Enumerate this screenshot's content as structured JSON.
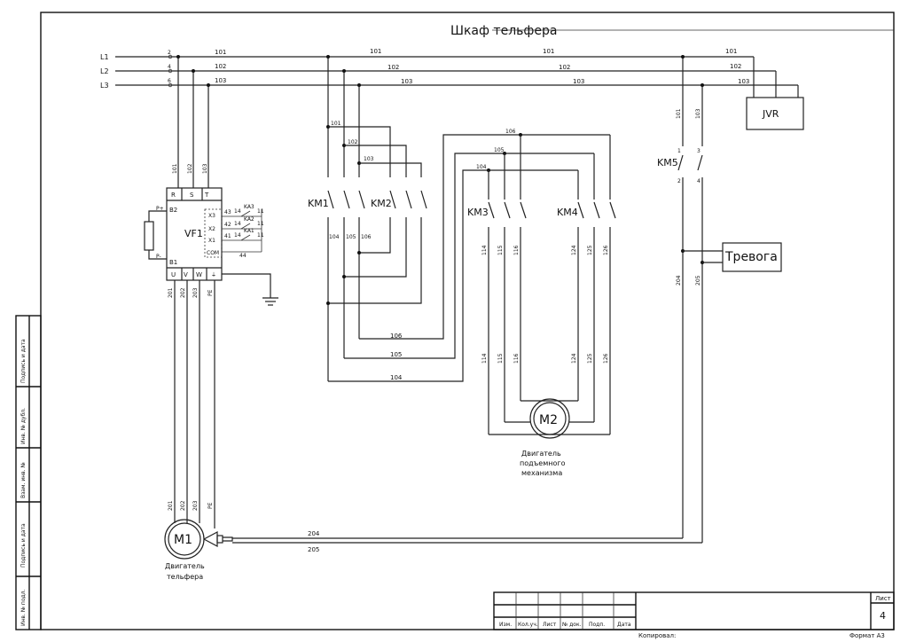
{
  "title": "Шкаф тельфера",
  "phases": [
    "L1",
    "L2",
    "L3"
  ],
  "terminals": [
    "2",
    "4",
    "6"
  ],
  "wires": {
    "w101": "101",
    "w102": "102",
    "w103": "103",
    "w104": "104",
    "w105": "105",
    "w106": "106",
    "w114": "114",
    "w115": "115",
    "w116": "116",
    "w124": "124",
    "w125": "125",
    "w126": "126",
    "w201": "201",
    "w202": "202",
    "w203": "203",
    "w204": "204",
    "w205": "205",
    "pe": "PE"
  },
  "contact_numbers": [
    "1",
    "3",
    "5",
    "2",
    "4",
    "6"
  ],
  "vf1": {
    "name": "VF1",
    "inputs": [
      "R",
      "S",
      "T"
    ],
    "outputs": [
      "U",
      "V",
      "W"
    ],
    "brake": [
      "B2",
      "B1"
    ],
    "brake_res": [
      "P+",
      "P-"
    ],
    "controls": [
      "X3",
      "X2",
      "X1",
      "COM"
    ],
    "relays": [
      "KA3",
      "KA2",
      "KA1"
    ],
    "relay_pins": [
      "14",
      "11",
      "43",
      "42",
      "41",
      "44"
    ]
  },
  "devices": {
    "km1": "KM1",
    "km2": "KM2",
    "km3": "KM3",
    "km4": "KM4",
    "km5": "KM5",
    "jvr": "JVR",
    "alarm": "Тревога"
  },
  "motors": {
    "m1": {
      "name": "M1",
      "caption": [
        "Двигатель",
        "тельфера"
      ]
    },
    "m2": {
      "name": "M2",
      "caption": [
        "Двигатель",
        "подъемного",
        "механизма"
      ]
    }
  },
  "stamp": {
    "columns": [
      "Изм.",
      "Кол.уч.",
      "Лист",
      "№ док.",
      "Подп.",
      "Дата"
    ],
    "sheet_label": "Лист",
    "sheet_number": "4",
    "copied": "Копировал:",
    "format": "Формат А3"
  },
  "side_fields": [
    "Подпись и дата",
    "Инв. № дубл.",
    "Взам. инв. №",
    "Подпись и дата",
    "Инв. № подл."
  ]
}
